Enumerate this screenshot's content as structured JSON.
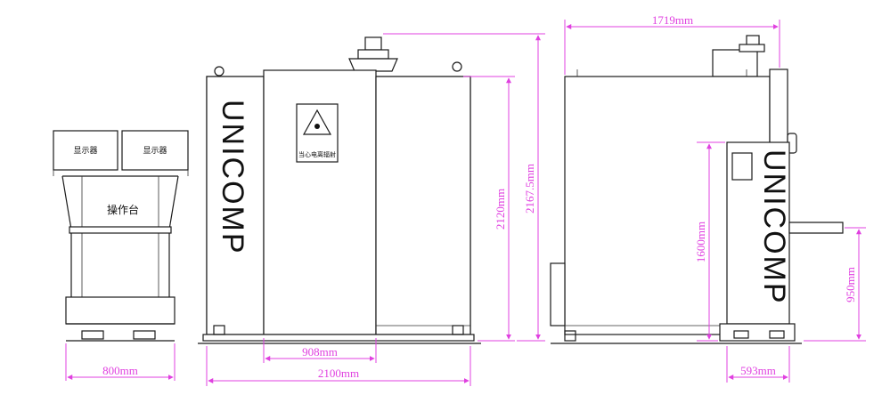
{
  "console": {
    "monitor_left_label": "显示器",
    "monitor_right_label": "显示器",
    "desk_label": "操作台",
    "width_dim": "800mm"
  },
  "front": {
    "brand": "UNICOMP",
    "warning_label": "当心电离辐射",
    "door_width_dim": "908mm",
    "width_dim": "2100mm",
    "height_dim": "2120mm",
    "total_height_dim": "2167.5mm"
  },
  "side": {
    "brand": "UNICOMP",
    "length_dim": "1719mm",
    "height_dim": "1600mm",
    "table_height_dim": "950mm",
    "width_dim": "593mm"
  },
  "colors": {
    "dimension": "#e040e0",
    "outline": "#1a1a1a"
  }
}
